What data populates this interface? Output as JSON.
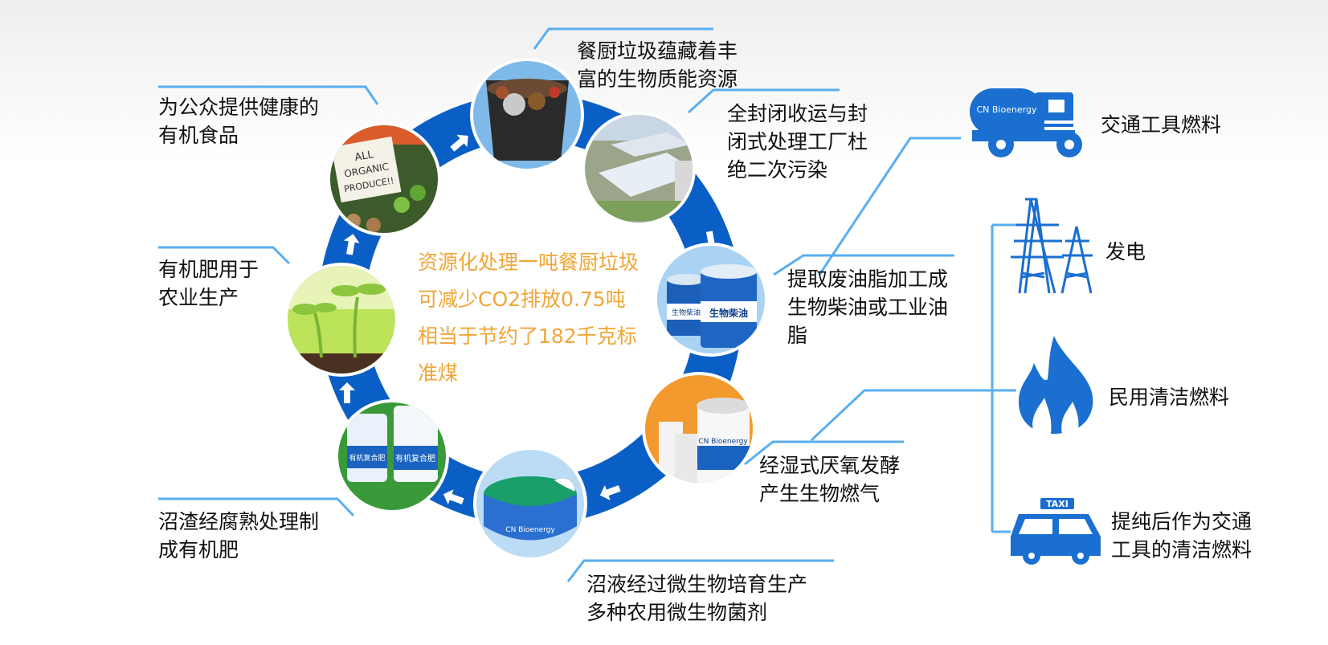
{
  "cycle": {
    "center_lines": [
      "资源化处理一吨餐厨垃圾",
      "可减少CO2排放0.75吨",
      "相当于节约了182千克标",
      "准煤"
    ],
    "steps": [
      {
        "lines": [
          "餐厨垃圾蕴藏着丰",
          "富的生物质能资源"
        ]
      },
      {
        "lines": [
          "全封闭收运与封",
          "闭式处理工厂杜",
          "绝二次污染"
        ]
      },
      {
        "lines": [
          "提取废油脂加工成",
          "生物柴油或工业油",
          "脂"
        ]
      },
      {
        "lines": [
          "经湿式厌氧发酵",
          "产生生物燃气"
        ]
      },
      {
        "lines": [
          "沼液经过微生物培育生产",
          "多种农用微生物菌剂"
        ]
      },
      {
        "lines": [
          "沼渣经腐熟处理制",
          "成有机肥"
        ]
      },
      {
        "lines": [
          "有机肥用于",
          "农业生产"
        ]
      },
      {
        "lines": [
          "为公众提供健康的",
          "有机食品"
        ]
      }
    ]
  },
  "photos": {
    "produce_sign": [
      "ALL",
      "ORGANIC",
      "PRODUCE!!"
    ],
    "drum_label": "生物柴油",
    "bag_label": "有机复合肥",
    "brand": "CN Bioenergy"
  },
  "uses": [
    {
      "label": "交通工具燃料",
      "icon": "fuel-truck-icon"
    },
    {
      "label": "发电",
      "icon": "power-tower-icon"
    },
    {
      "label": "民用清洁燃料",
      "icon": "flame-icon"
    },
    {
      "lines": [
        "提纯后作为交通",
        "工具的清洁燃料"
      ],
      "icon": "taxi-icon",
      "sign": "TAXI"
    }
  ],
  "colors": {
    "ring": "#0a5fc6",
    "accent_line": "#5aaeef",
    "center_text": "#f0a637",
    "icon_blue": "#1a6fd0"
  }
}
